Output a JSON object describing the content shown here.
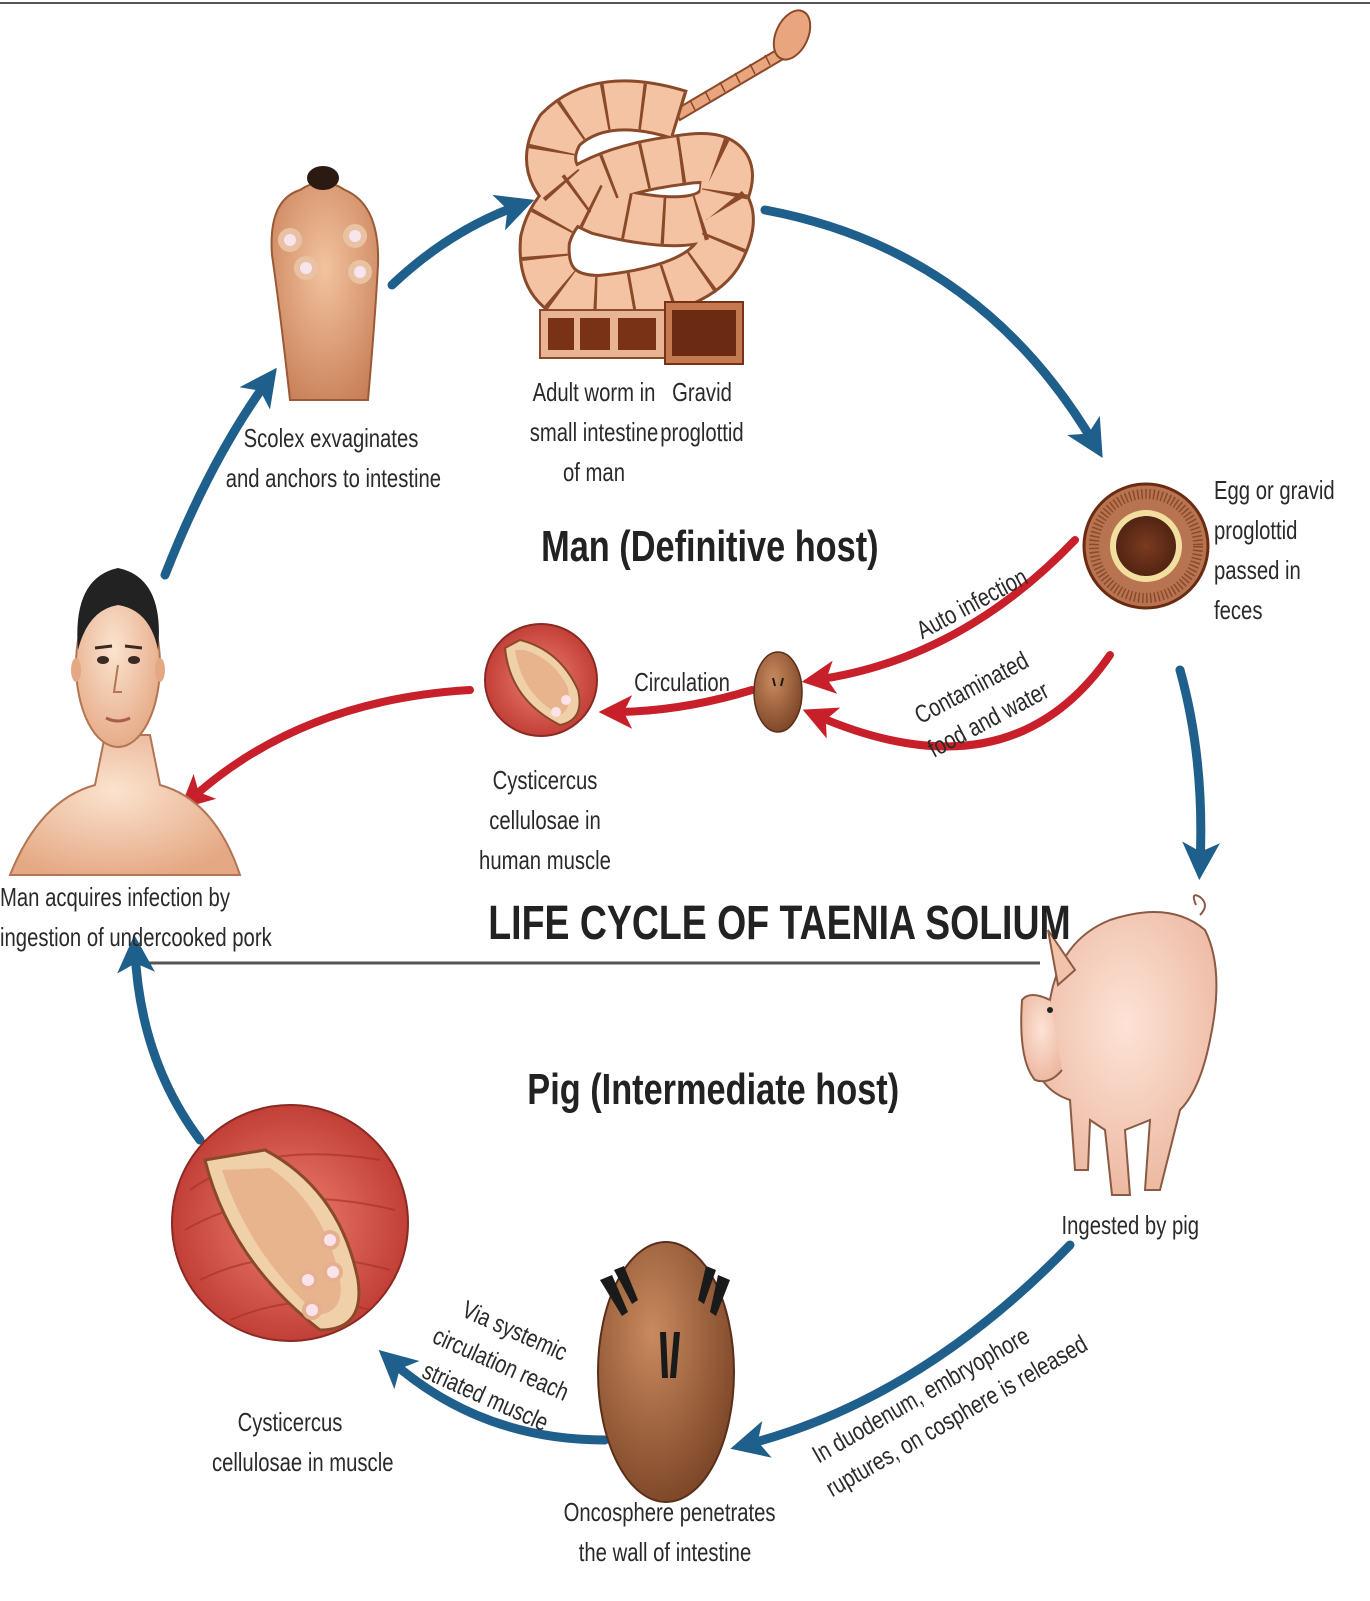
{
  "title": "LIFE CYCLE OF TAENIA SOLIUM",
  "definitive_host": "Man (Definitive host)",
  "intermediate_host": "Pig (Intermediate host)",
  "labels": {
    "adult_worm": [
      "Adult worm in",
      "small intestine",
      "of man"
    ],
    "gravid_proglottid": [
      "Gravid",
      "proglottid"
    ],
    "scolex": [
      "Scolex exvaginates",
      "and anchors to intestine"
    ],
    "egg": [
      "Egg or gravid",
      "proglottid",
      "passed in",
      "feces"
    ],
    "auto_infection": "Auto infection",
    "contaminated": [
      "Contaminated",
      "food and water"
    ],
    "circulation": "Circulation",
    "cysticercus_human": [
      "Cysticercus",
      "cellulosae in",
      "human muscle"
    ],
    "man_acquires": [
      "Man acquires infection by",
      "ingestion of undercooked pork"
    ],
    "ingested_by_pig": "Ingested by pig",
    "duodenum": [
      "In duodenum, embryophore",
      "ruptures, on cosphere is released"
    ],
    "oncosphere": [
      "Oncosphere penetrates",
      "the wall of intestine"
    ],
    "via_systemic": [
      "Via systemic",
      "circulation reach",
      "striated muscle"
    ],
    "cysticercus_muscle": [
      "Cysticercus",
      "cellulosae in muscle"
    ]
  },
  "colors": {
    "blue_arrow": "#1f5f8b",
    "red_arrow": "#c8202a",
    "skin": "#f3c9a8",
    "worm": "#e9a67e",
    "egg": "#8a3a22",
    "muscle": "#d9524a",
    "pig": "#f6cdb8"
  },
  "icons": [
    "tapeworm-icon",
    "scolex-icon",
    "egg-icon",
    "oncosphere-icon",
    "cysticercus-icon",
    "man-head-icon",
    "pig-icon"
  ]
}
